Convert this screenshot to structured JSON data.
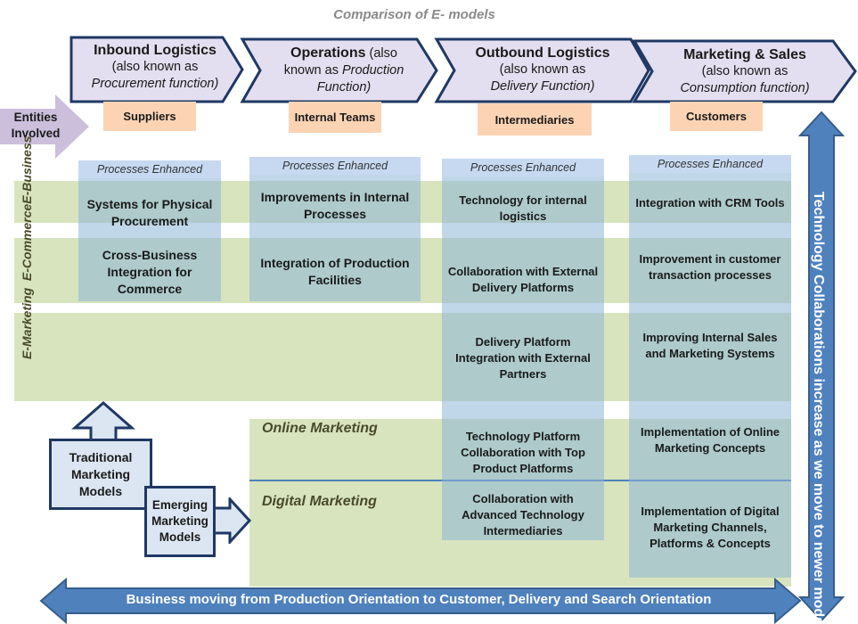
{
  "title": "Comparison of E- models",
  "stages": [
    {
      "head": "Inbound Logistics",
      "line2": "(also known as",
      "line3": "Procurement function)"
    },
    {
      "head": "Operations",
      "head_tail": " (also",
      "line2": "known as ",
      "line2_italic": "Production",
      "line3": "Function)"
    },
    {
      "head": "Outbound Logistics",
      "line2": "(also known as",
      "line3": "Delivery Function)"
    },
    {
      "head": "Marketing & Sales",
      "line2": "(also known as",
      "line3": "Consumption function)"
    }
  ],
  "entities_label": "Entities Involved",
  "entities": [
    "Suppliers",
    "Internal Teams",
    "Intermediaries",
    "Customers"
  ],
  "processes_header": "Processes Enhanced",
  "left_labels": {
    "emarketing": "E-Marketing",
    "ecommerce": "E-Commerce",
    "ebusiness": "E-Business"
  },
  "col1": [
    "Systems for Physical Procurement",
    "Cross-Business Integration for Commerce"
  ],
  "col2": [
    "Improvements in Internal Processes",
    "Integration of Production Facilities"
  ],
  "col3": [
    "Technology for internal logistics",
    "Collaboration with External Delivery Platforms",
    "Delivery Platform Integration with External Partners",
    "Technology Platform Collaboration with Top Product Platforms",
    "Collaboration with Advanced Technology Intermediaries"
  ],
  "col4": [
    "Integration with CRM Tools",
    "Improvement in customer transaction processes",
    "Improving Internal Sales and Marketing Systems",
    "Implementation of Online Marketing Concepts",
    "Implementation of Digital Marketing Channels, Platforms & Concepts"
  ],
  "online_marketing": "Online Marketing",
  "digital_marketing": "Digital Marketing",
  "traditional_models": "Traditional Marketing Models",
  "emerging_models": "Emerging Marketing Models",
  "bottom_arrow": "Business moving from Production Orientation to Customer, Delivery and Search Orientation",
  "right_arrow": "Technology Collaborations increase as we move to newer models",
  "colors": {
    "chevron_fill": "#e4dff0",
    "chevron_stroke": "#1f3864",
    "band": "#d7e4bd",
    "entity": "#fcd4b4",
    "arrow": "#4f81bd"
  }
}
